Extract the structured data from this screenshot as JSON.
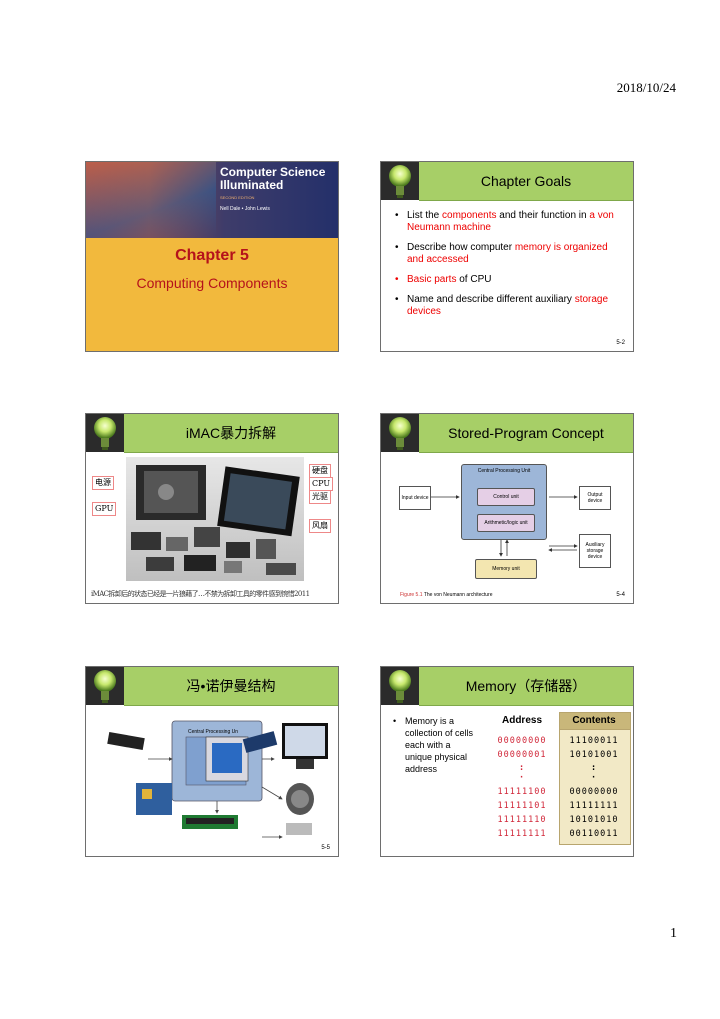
{
  "page": {
    "date": "2018/10/24",
    "number": "1"
  },
  "slide1": {
    "book_title_1": "Computer Science",
    "book_title_2": "Illuminated",
    "edition": "SECOND EDITION",
    "authors": "Nell Dale • John Lewis",
    "chapter": "Chapter 5",
    "subtitle": "Computing Components"
  },
  "slide2": {
    "title": "Chapter Goals",
    "bullets": [
      {
        "pre": "List the ",
        "red": "components",
        "mid": " and their function in ",
        "red2": "a von Neumann machine",
        "post": ""
      },
      {
        "pre": "Describe how computer ",
        "red": "memory is organized and accessed",
        "mid": "",
        "red2": "",
        "post": ""
      },
      {
        "pre": "",
        "red": "Basic parts",
        "mid": " of CPU",
        "red2": "",
        "post": ""
      },
      {
        "pre": "Name and describe different auxiliary ",
        "red": "storage devices",
        "mid": "",
        "red2": "",
        "post": ""
      }
    ],
    "slide_number": "5-2"
  },
  "slide3": {
    "title": "iMAC暴力拆解",
    "labels": {
      "power": "电源",
      "gpu": "GPU",
      "hdd": "硬盘",
      "cpu": "CPU",
      "optical": "光驱",
      "fan": "风扇"
    },
    "caption": "iMAC拆卸后的状态已经是一片狼藉了…不禁为拆卸工具的零件感到惋惜2011"
  },
  "slide4": {
    "title": "Stored-Program Concept",
    "boxes": {
      "cpu": "Central Processing Unit",
      "control": "Control unit",
      "alu": "Arithmetic/logic unit",
      "memory": "Memory unit",
      "input": "Input device",
      "output": "Output device",
      "aux": "Auxiliary storage device"
    },
    "figure_label": "Figure 5.1",
    "figure_caption": "The von Neumann architecture",
    "slide_number": "5-4"
  },
  "slide5": {
    "title": "冯•诺伊曼结构",
    "cpu_label": "Central Processing Un",
    "slide_number": "5-5"
  },
  "slide6": {
    "title": "Memory（存储器）",
    "text": "Memory is a collection of cells each with a unique physical address",
    "col_address": "Address",
    "col_contents": "Contents",
    "rows": [
      {
        "address": "00000000",
        "contents": "11100011"
      },
      {
        "address": "00000001",
        "contents": "10101001"
      },
      {
        "address": ":",
        "contents": ":"
      },
      {
        "address": "·",
        "contents": "·"
      },
      {
        "address": "11111100",
        "contents": "00000000"
      },
      {
        "address": "11111101",
        "contents": "11111111"
      },
      {
        "address": "11111110",
        "contents": "10101010"
      },
      {
        "address": "11111111",
        "contents": "00110011"
      }
    ],
    "colors": {
      "header_bar": "#a7cf67",
      "address_red": "#d1283a",
      "contents_bg": "#f2e9c6",
      "contents_head": "#c9b77a"
    }
  }
}
